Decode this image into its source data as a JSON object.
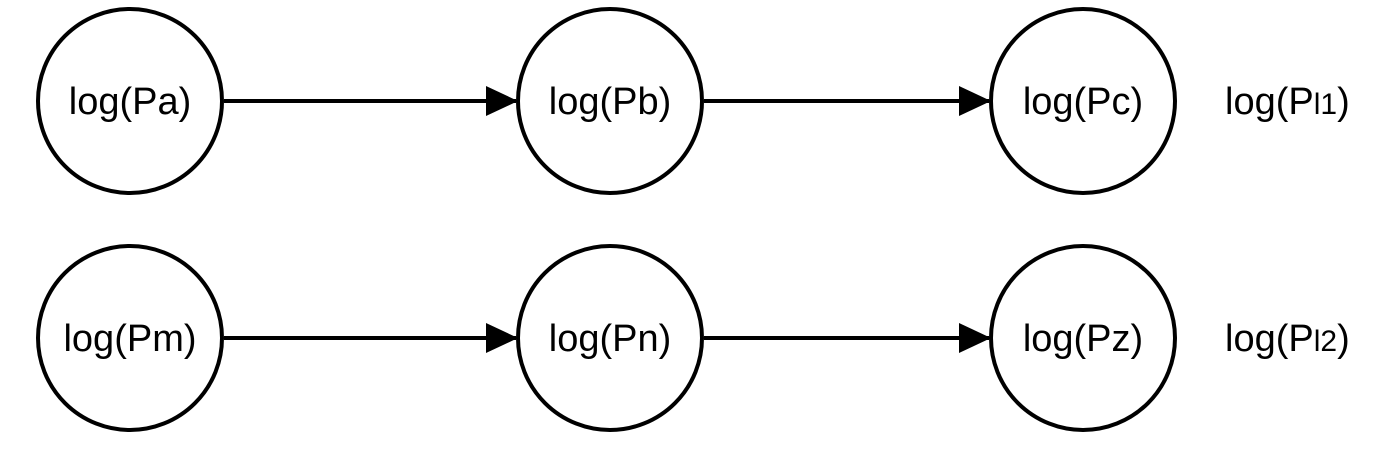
{
  "diagram": {
    "background_color": "#ffffff",
    "stroke_color": "#000000",
    "rows": [
      {
        "nodes": [
          {
            "label": "log(Pa)"
          },
          {
            "label": "log(Pb)"
          },
          {
            "label": "log(Pc)"
          }
        ],
        "side_label": {
          "prefix": "log(P",
          "sub": "l1",
          "suffix": ")"
        }
      },
      {
        "nodes": [
          {
            "label": "log(Pm)"
          },
          {
            "label": "log(Pn)"
          },
          {
            "label": "log(Pz)"
          }
        ],
        "side_label": {
          "prefix": "log(P",
          "sub": "l2",
          "suffix": ")"
        }
      }
    ]
  }
}
